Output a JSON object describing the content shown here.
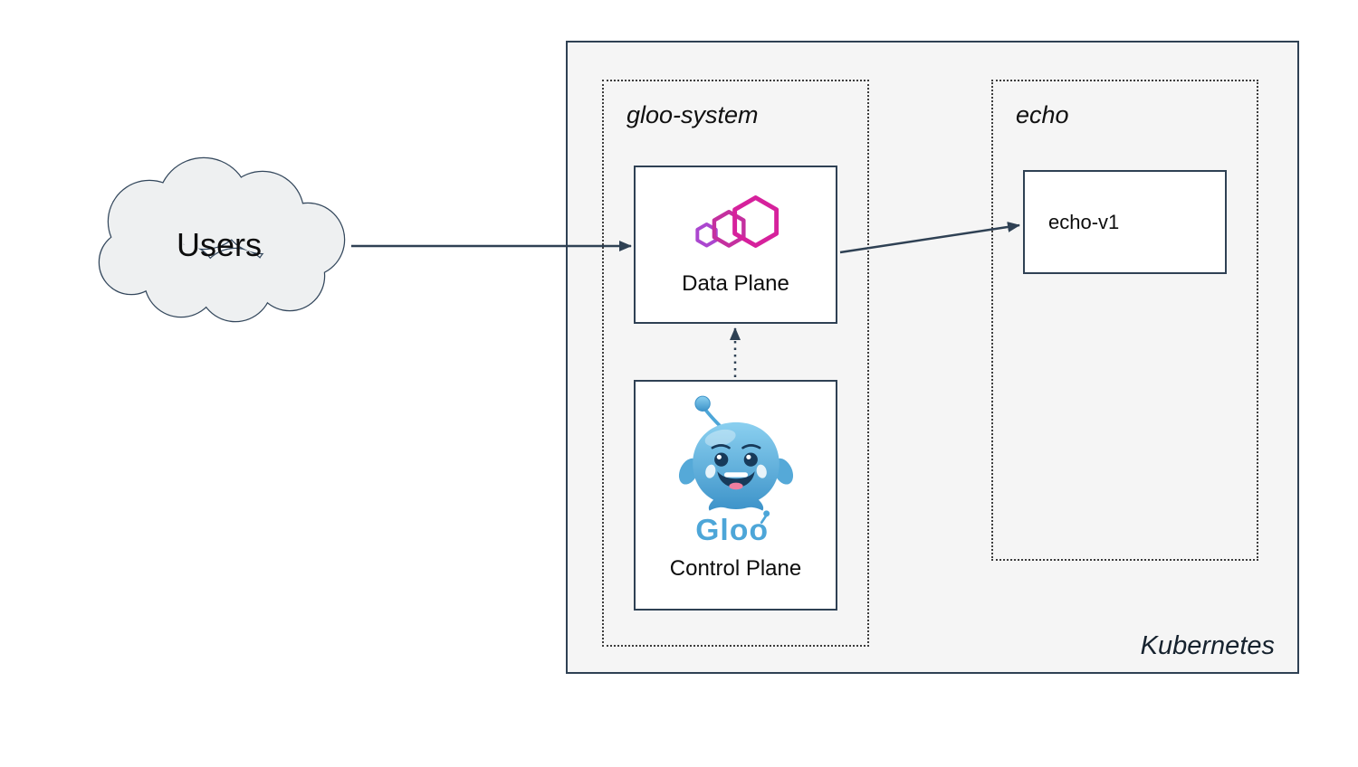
{
  "diagram": {
    "users": {
      "label": "Users"
    },
    "kubernetes_boundary": {
      "label": "Kubernetes"
    },
    "namespaces": {
      "gloo_system": {
        "label": "gloo-system"
      },
      "echo": {
        "label": "echo"
      }
    },
    "nodes": {
      "data_plane": {
        "label": "Data Plane",
        "icon": "gloo-proxy-hexagons-icon"
      },
      "control_plane": {
        "label": "Control Plane",
        "icon": "gloo-mascot-icon",
        "wordmark": "Gloo"
      },
      "echo_v1": {
        "label": "echo-v1"
      }
    },
    "edges": [
      {
        "from": "users",
        "to": "data_plane",
        "style": "solid-arrow"
      },
      {
        "from": "data_plane",
        "to": "echo_v1",
        "style": "solid-arrow"
      },
      {
        "from": "control_plane",
        "to": "data_plane",
        "style": "dotted-arrow"
      }
    ],
    "colors": {
      "outline": "#2f4154",
      "kubernetes_fill": "#f5f5f5",
      "gloo_magenta": "#d6219c",
      "gloo_purple": "#ab47cf",
      "gloo_blue": "#4da6d8",
      "cloud_fill": "#eef0f1"
    }
  }
}
